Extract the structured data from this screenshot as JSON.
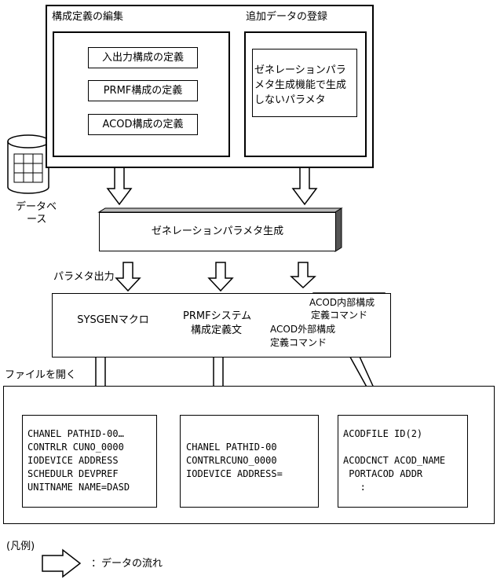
{
  "edit_section": {
    "title": "構成定義の編集",
    "items": [
      "入出力構成の定義",
      "PRMF構成の定義",
      "ACOD構成の定義"
    ]
  },
  "additional_section": {
    "title": "追加データの登録",
    "note": "ゼネレーションパラメタ生成機能で生成しないパラメタ"
  },
  "database": {
    "label_line1": "データベ",
    "label_line2": "ース"
  },
  "generator": {
    "label": "ゼネレーションパラメタ生成"
  },
  "param_output": {
    "title": "パラメタ出力",
    "sysgen": "SYSGENマクロ",
    "prmf_line1": "PRMFシステム",
    "prmf_line2": "構成定義文",
    "acod_internal_line1": "ACOD内部構成",
    "acod_internal_line2": "定義コマンド",
    "acod_external_line1": "ACOD外部構成",
    "acod_external_line2": "定義コマンド"
  },
  "files_section": {
    "title": "ファイルを開く",
    "file1": [
      "CHANEL PATHID-00…",
      "CONTRLR CUNO_0000",
      "IODEVICE ADDRESS",
      "SCHEDULR DEVPREF",
      "UNITNAME NAME=DASD"
    ],
    "file2": [
      "CHANEL PATHID-00",
      "CONTRLRCUNO_0000",
      "IODEVICE ADDRESS="
    ],
    "file3": [
      "ACODFILE ID(2)",
      "",
      "ACODCNCT ACOD_NAME",
      " PORTACOD ADDR",
      "   :"
    ]
  },
  "legend": {
    "title": "(凡例)",
    "text": "：データの流れ"
  }
}
